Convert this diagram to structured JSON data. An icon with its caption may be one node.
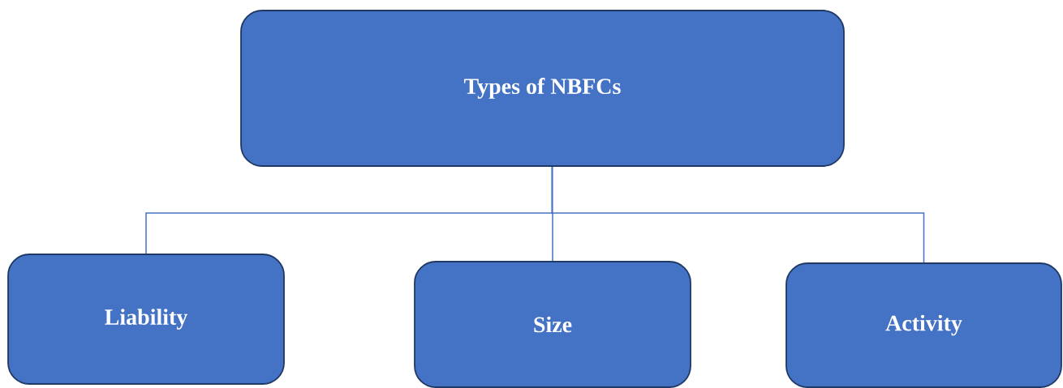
{
  "diagram": {
    "nodes": [
      {
        "text": [
          "Types of NBFCs"
        ]
      },
      {
        "text": [
          "Liability"
        ]
      },
      {
        "text": [
          "Size"
        ]
      },
      {
        "text": [
          "Activity"
        ]
      }
    ],
    "edges": [
      {
        "from": 0,
        "to": 1,
        "arrow": "none"
      },
      {
        "from": 0,
        "to": 2,
        "arrow": "none"
      },
      {
        "from": 0,
        "to": 3,
        "arrow": "none"
      }
    ]
  }
}
